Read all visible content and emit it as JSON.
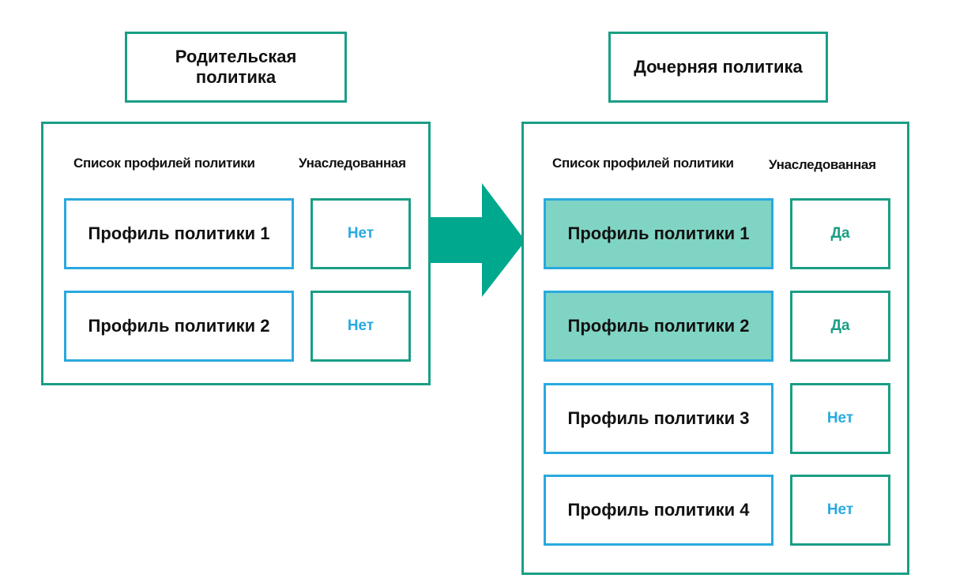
{
  "parent": {
    "title": "Родительская политика",
    "col_profiles": "Список профилей политики",
    "col_inherited": "Унаследованная",
    "rows": [
      {
        "profile": "Профиль политики 1",
        "inherited": "Нет"
      },
      {
        "profile": "Профиль политики 2",
        "inherited": "Нет"
      }
    ]
  },
  "child": {
    "title": "Дочерняя политика",
    "col_profiles": "Список профилей политики",
    "col_inherited": "Унаследованная",
    "rows": [
      {
        "profile": "Профиль политики 1",
        "inherited": "Да"
      },
      {
        "profile": "Профиль политики 2",
        "inherited": "Да"
      },
      {
        "profile": "Профиль политики 3",
        "inherited": "Нет"
      },
      {
        "profile": "Профиль политики 4",
        "inherited": "Нет"
      }
    ]
  },
  "colors": {
    "frame": "#1a9e85",
    "profile_border": "#29a9df",
    "inherited_fill": "#80d4c4",
    "arrow": "#00a88e",
    "no_text": "#29a9df",
    "yes_text": "#1a9e85"
  }
}
